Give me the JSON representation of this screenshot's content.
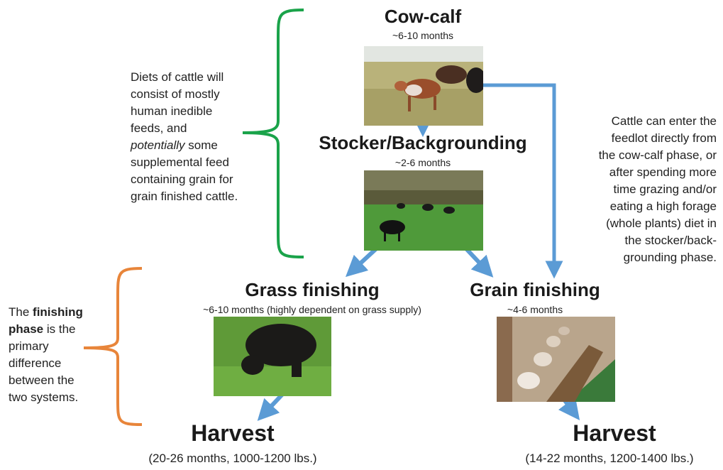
{
  "stages": {
    "cow_calf": {
      "title": "Cow-calf",
      "duration": "~6-10 months"
    },
    "stocker": {
      "title": "Stocker/Backgrounding",
      "duration": "~2-6 months"
    },
    "grass": {
      "title": "Grass finishing",
      "duration": "~6-10 months (highly dependent on grass supply)"
    },
    "grain": {
      "title": "Grain finishing",
      "duration": "~4-6 months"
    }
  },
  "harvest": {
    "grass": {
      "title": "Harvest",
      "detail": "(20-26 months, 1000-1200 lbs.)"
    },
    "grain": {
      "title": "Harvest",
      "detail": "(14-22 months, 1200-1400 lbs.)"
    }
  },
  "notes": {
    "diets": {
      "l1": "Diets of cattle will",
      "l2": "consist of mostly",
      "l3": "human inedible",
      "l4": "feeds, and",
      "l5_italic": "potentially",
      "l5_rest": " some",
      "l6": "supplemental feed",
      "l7": "containing grain for",
      "l8": "grain finished cattle."
    },
    "feedlot": {
      "l1": "Cattle can enter the",
      "l2": "feedlot directly from",
      "l3": "the cow-calf phase, or",
      "l4": "after spending more",
      "l5": "time grazing and/or",
      "l6": "eating a high forage",
      "l7": "(whole plants) diet in",
      "l8": "the stocker/back-",
      "l9": "grounding phase."
    },
    "finishing": {
      "l1a": "The ",
      "l1b": "finishing",
      "l2a": "phase",
      "l2b": " is the",
      "l3": "primary",
      "l4": "difference",
      "l5": "between the",
      "l6": "two systems."
    }
  },
  "colors": {
    "arrow": "#5b9bd5",
    "green_brace": "#1aa34a",
    "orange_brace": "#e8853a"
  }
}
